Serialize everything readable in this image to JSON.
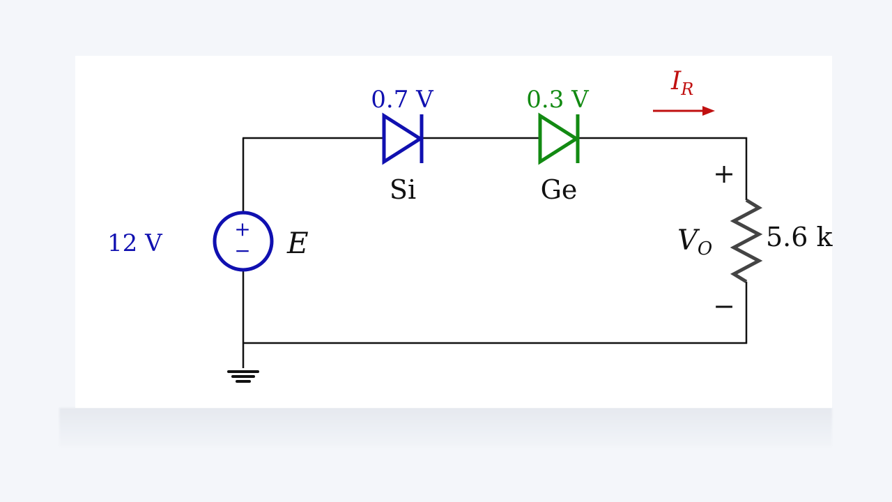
{
  "source": {
    "voltage_label": "12 V",
    "name_label": "E",
    "plus_sign": "+",
    "minus_sign": "−"
  },
  "diodes": [
    {
      "voltage_label": "0.7 V",
      "material_label": "Si",
      "color": "#1010b0"
    },
    {
      "voltage_label": "0.3 V",
      "material_label": "Ge",
      "color": "#128a12"
    }
  ],
  "resistor": {
    "value_label": "5.6 k",
    "voltage_label_main": "V",
    "voltage_label_sub": "O",
    "plus_sign": "+",
    "minus_sign": "−",
    "color": "#444444"
  },
  "current": {
    "label_main": "I",
    "label_sub": "R",
    "color": "#c01010"
  },
  "colors": {
    "source": "#1010b0",
    "wire": "#111111"
  }
}
